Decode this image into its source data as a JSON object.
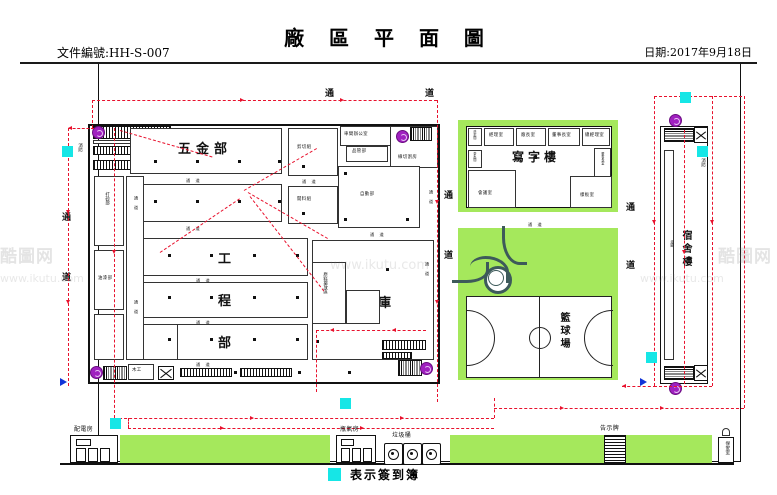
{
  "header": {
    "title": "廠 區 平 面 圖",
    "doc_no": "文件編號:HH-S-007",
    "date": "日期:2017年9月18日"
  },
  "legend": {
    "swatch_color": "#16e6e6",
    "text": "表示簽到簿"
  },
  "passages": {
    "top_1": "通",
    "top_2": "道",
    "left_1": "通",
    "left_2": "道",
    "right_mid_1": "通",
    "right_mid_2": "道",
    "right_far_1": "通",
    "right_far_2": "道",
    "office_corridor": "通  道"
  },
  "main_building": {
    "departments": [
      {
        "name": "五金部"
      },
      {
        "name": "工"
      },
      {
        "name": "程"
      },
      {
        "name": "部"
      },
      {
        "name": "倉庫"
      }
    ],
    "rooms": [
      {
        "label": "剪切組"
      },
      {
        "label": "開料組"
      },
      {
        "label": "車間辦公室"
      },
      {
        "label": "品管部"
      },
      {
        "label": "線切割房"
      },
      {
        "label": "自動部"
      },
      {
        "label": "原料擺放區"
      },
      {
        "label": "打砂部"
      },
      {
        "label": "油漆部"
      },
      {
        "label": "木工"
      },
      {
        "label": "消防"
      }
    ],
    "aisle_label": "通 道"
  },
  "office_building": {
    "name": "寫字樓",
    "rooms": [
      {
        "label": "經理室"
      },
      {
        "label": "廠長室"
      },
      {
        "label": "董事長室"
      },
      {
        "label": "總經理室"
      },
      {
        "label": "會議室"
      },
      {
        "label": "樣板室"
      },
      {
        "label": "洗手間"
      },
      {
        "label": "董事長室"
      },
      {
        "label": "茶水間"
      }
    ]
  },
  "sports": {
    "name": "籃球場"
  },
  "dormitory": {
    "name": "宿舍樓",
    "fire_label": "消防",
    "corridor_label": "走廊"
  },
  "facilities": [
    {
      "label": "配電房"
    },
    {
      "label": "瓶氣房"
    },
    {
      "label": "垃圾桶"
    },
    {
      "label": "告示牌"
    },
    {
      "label": "保安室"
    }
  ],
  "markers": {
    "signin_color": "#16e6e6",
    "stair_color": "#a020c0",
    "exit_color": "#1033d8",
    "route_color": "#e8112d",
    "lawn_color": "#a5e85c"
  },
  "watermarks": {
    "w1": "酷圖网",
    "w2": "www.ikutu.com",
    "w3": "酷圖网",
    "w4": "www.ikutu.com"
  }
}
